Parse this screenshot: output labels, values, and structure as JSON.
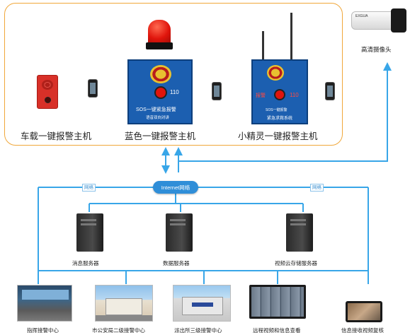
{
  "devices": {
    "car_unit": "车载一键报警主机",
    "blue_unit": "蓝色一键报警主机",
    "sprite_unit": "小精灵一键报警主机",
    "camera": "高清摄像头"
  },
  "blue_panel": {
    "sos_text": "SOS一键紧急报警",
    "intercom_text": "语音双向对讲",
    "num": "110"
  },
  "sprite_panel": {
    "left_text": "报警",
    "num": "110",
    "sub_text": "SOS一键报警",
    "system_text": "紧急求救系统"
  },
  "camera_brand": "EXGUA",
  "hub_label": "Internet网络",
  "net_tag": "网络",
  "servers": [
    "消息服务器",
    "数据服务器",
    "视频云存储服务器"
  ],
  "endpoints": [
    "指挥接警中心",
    "市公安局二级接警中心",
    "派出所三级接警中心",
    "远程视频和信息查看",
    "信息接收视频复核"
  ],
  "colors": {
    "line": "#38a6e8",
    "panel_border": "#f0a73a",
    "device_blue": "#1c5fb0",
    "hub": "#2f8ed8"
  }
}
